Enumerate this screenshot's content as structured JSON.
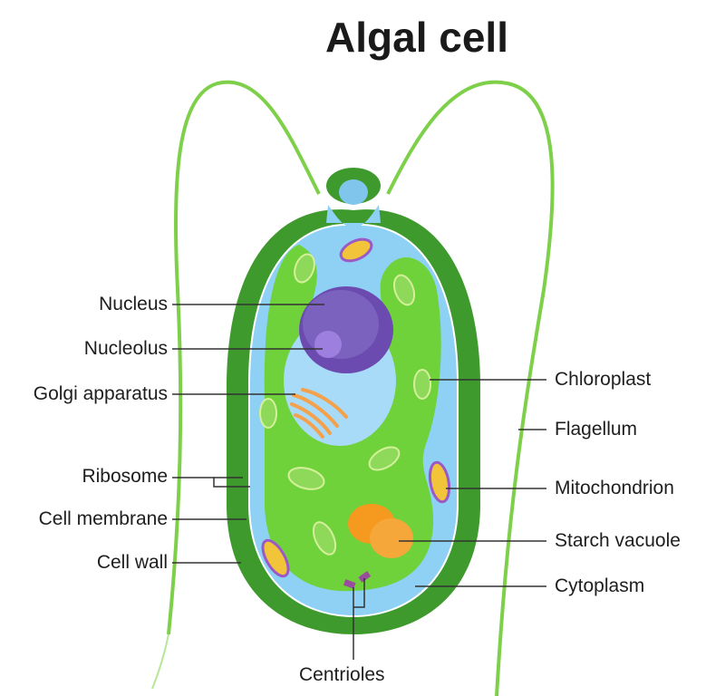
{
  "title": "Algal cell",
  "labels_left": [
    {
      "id": "nucleus",
      "text": "Nucleus"
    },
    {
      "id": "nucleolus",
      "text": "Nucleolus"
    },
    {
      "id": "golgi",
      "text": "Golgi apparatus"
    },
    {
      "id": "ribosome",
      "text": "Ribosome"
    },
    {
      "id": "cell-membrane",
      "text": "Cell membrane"
    },
    {
      "id": "cell-wall",
      "text": "Cell wall"
    }
  ],
  "labels_right": [
    {
      "id": "chloroplast",
      "text": "Chloroplast"
    },
    {
      "id": "flagellum",
      "text": "Flagellum"
    },
    {
      "id": "mitochondrion",
      "text": "Mitochondrion"
    },
    {
      "id": "starch-vacuole",
      "text": "Starch vacuole"
    },
    {
      "id": "cytoplasm",
      "text": "Cytoplasm"
    }
  ],
  "label_bottom": {
    "id": "centrioles",
    "text": "Centrioles"
  },
  "colors": {
    "cell_wall": "#3f9a2e",
    "cytoplasm": "#8fd0f5",
    "chloroplast_body": "#6fd23a",
    "nucleus": "#6b4bb0",
    "nucleolus": "#9d7fe0",
    "golgi": "#f5a04a",
    "mitochondrion": "#f2c43a",
    "mito_outline": "#9b59c6",
    "starch": "#f59a1e",
    "flagellum": "#7ed04a",
    "centriole": "#9a4d9e",
    "leader_line": "#333333"
  }
}
